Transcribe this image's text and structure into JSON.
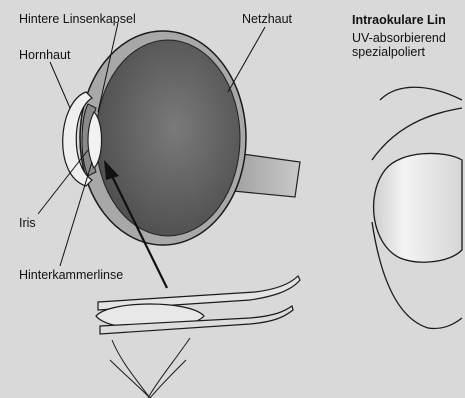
{
  "labels": {
    "hintere_linsenkapsel": "Hintere Linsenkapsel",
    "netzhaut": "Netzhaut",
    "hornhaut": "Hornhaut",
    "iris": "Iris",
    "hinterkammerlinse": "Hinterkammerlinse"
  },
  "iol_panel": {
    "title": "Intraokulare Lin",
    "line1": "UV-absorbierend",
    "line2": "spezialpoliert"
  },
  "colors": {
    "background": "#d9d9d9",
    "eye_interior": "#5d5d5d",
    "sclera": "#a8a8a8",
    "lens": "#eaeaea",
    "line": "#111111"
  }
}
